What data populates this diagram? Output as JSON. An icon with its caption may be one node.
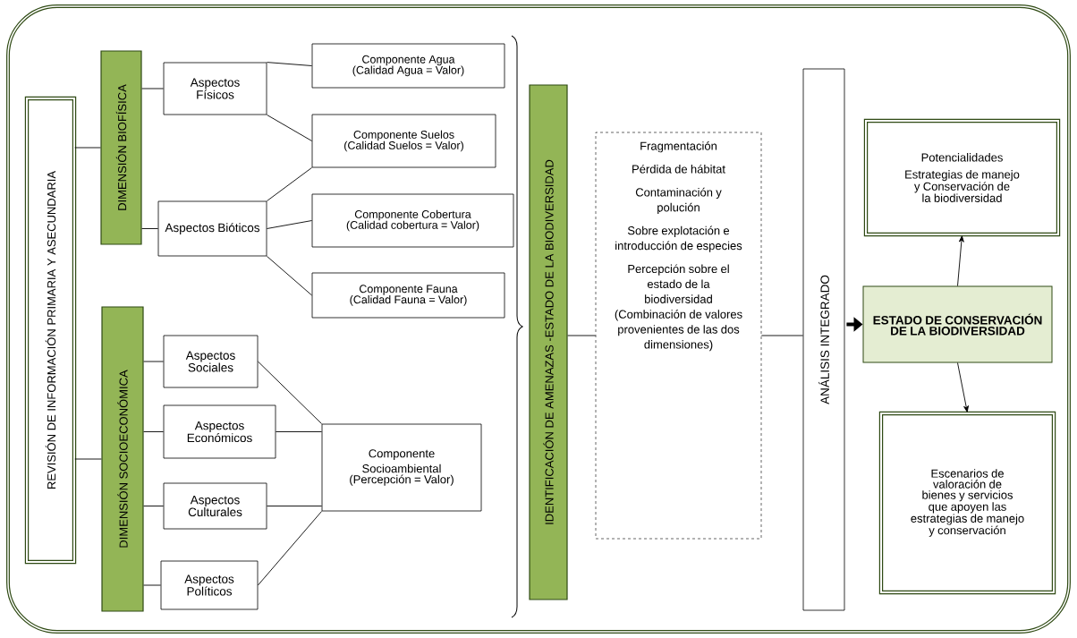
{
  "diagram": {
    "nodes": [
      {
        "text": [
          "REVISIÓN DE INFORMACIÓN PRIMARIA Y ASECUNDARIA"
        ]
      },
      {
        "text": [
          "DIMENSIÓN BIOFÍSICA"
        ]
      },
      {
        "text": [
          "DIMENSIÓN SOCIOECONÓMICA"
        ]
      },
      {
        "text": [
          "Aspectos Físicos"
        ]
      },
      {
        "text": [
          "Aspectos Bióticos"
        ]
      },
      {
        "text": [
          "Componente Agua",
          "(Calidad Agua = Valor)"
        ]
      },
      {
        "text": [
          "Componente Suelos",
          "(Calidad Suelos = Valor)"
        ]
      },
      {
        "text": [
          "Componente Cobertura",
          "(Calidad cobertura = Valor)"
        ]
      },
      {
        "text": [
          "Componente Fauna",
          "(Calidad Fauna = Valor)"
        ]
      },
      {
        "text": [
          "Aspectos Sociales"
        ]
      },
      {
        "text": [
          "Aspectos Económicos"
        ]
      },
      {
        "text": [
          "Aspectos Culturales"
        ]
      },
      {
        "text": [
          "Aspectos Políticos"
        ]
      },
      {
        "text": [
          "Componente Socioambiental",
          "(Percepción = Valor)"
        ]
      },
      {
        "text": [
          "IDENTIFICACIÓN DE AMENAZAS -ESTADO DE LA BIODIVERSIDAD"
        ]
      },
      {
        "text": [
          "Fragmentación",
          "Pérdida de hábitat",
          "Contaminación y polución",
          "Sobre explotación e introducción de especies",
          "Percepción sobre el estado de la biodiversidad (Combinación de valores provenientes de las dos dimensiones)"
        ]
      },
      {
        "text": [
          "ANÁLISIS INTEGRADO"
        ]
      },
      {
        "text": [
          "ESTADO DE CONSERVACIÓN DE LA BIODIVERSIDAD"
        ]
      },
      {
        "text": [
          "Potencialidades",
          "Estrategias de manejo y Conservación de la biodiversidad"
        ]
      },
      {
        "text": [
          "Escenarios de valoración de bienes y servicios que apoyen las estrategias de manejo y conservación"
        ]
      }
    ],
    "edges": [
      {
        "from": 0,
        "to": 1,
        "arrow": "none"
      },
      {
        "from": 0,
        "to": 2,
        "arrow": "none"
      },
      {
        "from": 1,
        "to": 3,
        "arrow": "none"
      },
      {
        "from": 1,
        "to": 4,
        "arrow": "none"
      },
      {
        "from": 3,
        "to": 5,
        "arrow": "none"
      },
      {
        "from": 3,
        "to": 6,
        "arrow": "none"
      },
      {
        "from": 4,
        "to": 6,
        "arrow": "none"
      },
      {
        "from": 4,
        "to": 7,
        "arrow": "none"
      },
      {
        "from": 4,
        "to": 8,
        "arrow": "none"
      },
      {
        "from": 2,
        "to": 9,
        "arrow": "none"
      },
      {
        "from": 2,
        "to": 10,
        "arrow": "none"
      },
      {
        "from": 2,
        "to": 11,
        "arrow": "none"
      },
      {
        "from": 2,
        "to": 12,
        "arrow": "none"
      },
      {
        "from": 9,
        "to": 13,
        "arrow": "none"
      },
      {
        "from": 10,
        "to": 13,
        "arrow": "none"
      },
      {
        "from": 11,
        "to": 13,
        "arrow": "none"
      },
      {
        "from": 12,
        "to": 13,
        "arrow": "none"
      },
      {
        "from": 14,
        "to": 15,
        "arrow": "none"
      },
      {
        "from": 15,
        "to": 16,
        "arrow": "none"
      },
      {
        "from": 16,
        "to": 17,
        "arrow": "to",
        "style": "thick"
      },
      {
        "from": 17,
        "to": 18,
        "arrow": "to"
      },
      {
        "from": 17,
        "to": 19,
        "arrow": "to"
      }
    ]
  }
}
